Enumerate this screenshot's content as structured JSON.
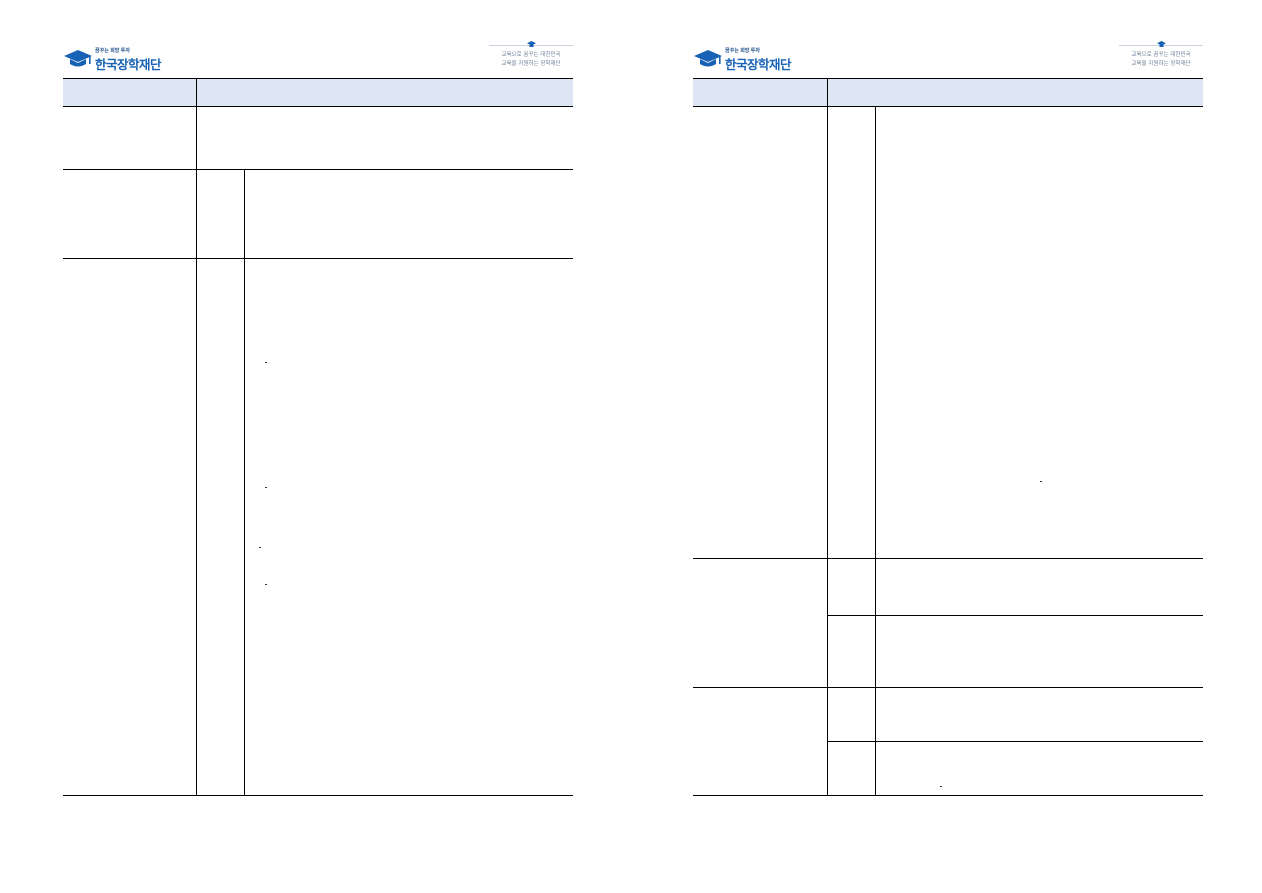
{
  "brand": {
    "small_label": "꿈꾸는 희망 투자",
    "name": "한국장학재단",
    "primary_color": "#1762b5",
    "header_fill": "#dde7f3"
  },
  "slogan": {
    "line1": "교육으로 꿈꾸는 대한민국",
    "line2": "교육을 지원하는 장학재단"
  },
  "icons": [
    "graduation-cap-icon",
    "mortarboard-icon"
  ]
}
